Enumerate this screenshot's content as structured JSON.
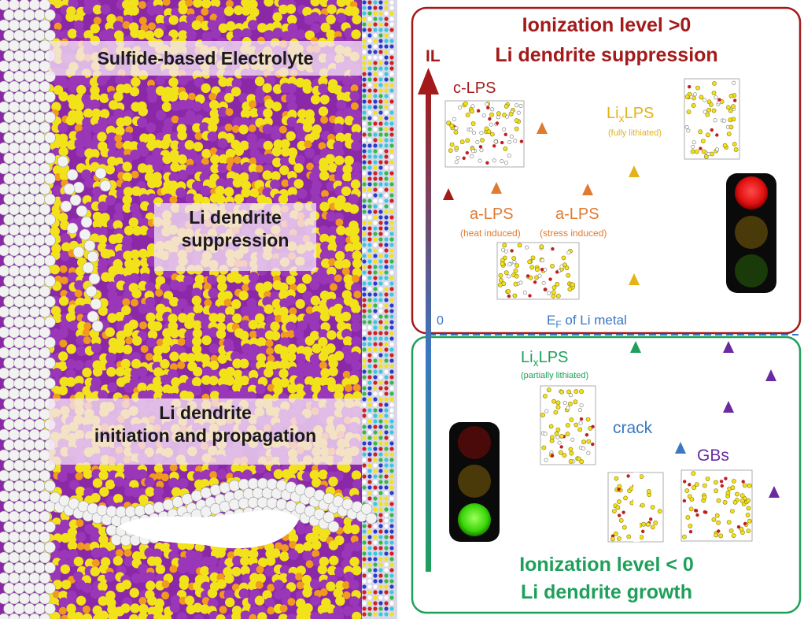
{
  "left": {
    "top_label": "Sulfide-based Electrolyte",
    "middle_label": [
      "Li dendrite",
      "suppression"
    ],
    "bottom_label": [
      "Li dendrite",
      "initiation and propagation"
    ]
  },
  "right": {
    "top_box": {
      "title_line1": "Ionization level >0",
      "title_line2": "Li dendrite suppression"
    },
    "bottom_box": {
      "title_line1": "Ionization level < 0",
      "title_line2": "Li dendrite growth"
    },
    "axis": {
      "label": "IL",
      "zero": "0",
      "fermi": "E",
      "fermi_sub": "F",
      "fermi_rest": " of Li metal"
    },
    "materials": {
      "c_lps": "c-LPS",
      "lixlps_full_a": "Li",
      "lixlps_full_sub": "x",
      "lixlps_full_b": "LPS",
      "lixlps_full_note": "(fully lithiated)",
      "a_lps_heat": "a-LPS",
      "a_lps_heat_note": "(heat induced)",
      "a_lps_stress": "a-LPS",
      "a_lps_stress_note": "(stress induced)",
      "lixlps_part_a": "Li",
      "lixlps_part_sub": "x",
      "lixlps_part_b": "LPS",
      "lixlps_part_note": "(partially lithiated)",
      "crack": "crack",
      "gbs": "GBs"
    }
  },
  "colors": {
    "red_dark": "#a31a1a",
    "green": "#1ea05a",
    "blue_text": "#3b78c2",
    "orange": "#e07a30",
    "gold": "#e3b317",
    "purple": "#6a2aa0",
    "lps_purple": "#8a28a8",
    "sulfur_yellow": "#f2e21a",
    "phosphorus_orange": "#f29a1e"
  }
}
